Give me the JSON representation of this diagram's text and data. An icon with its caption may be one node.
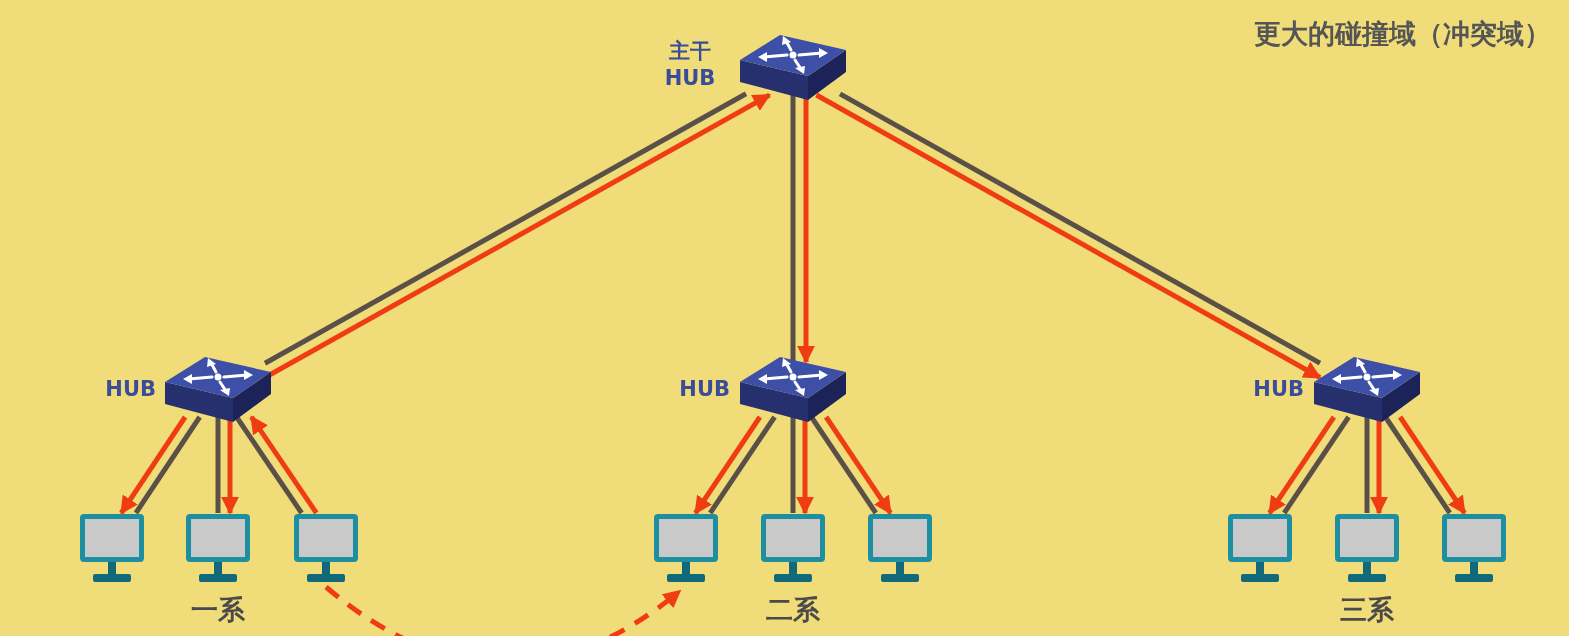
{
  "diagram": {
    "title": "更大的碰撞域（冲突域）",
    "nodes": [
      {
        "text": [],
        "shape": "picture",
        "beside": [
          "主干 HUB"
        ]
      },
      {
        "text": [],
        "shape": "picture",
        "beside": [
          "HUB"
        ]
      },
      {
        "text": [],
        "shape": "picture",
        "beside": [
          "HUB"
        ]
      },
      {
        "text": [],
        "shape": "picture",
        "beside": [
          "HUB"
        ]
      },
      {
        "text": [],
        "shape": "picture"
      },
      {
        "text": [],
        "shape": "picture"
      },
      {
        "text": [],
        "shape": "picture"
      },
      {
        "text": [],
        "shape": "picture"
      },
      {
        "text": [],
        "shape": "picture"
      },
      {
        "text": [],
        "shape": "picture"
      },
      {
        "text": [],
        "shape": "picture"
      },
      {
        "text": [],
        "shape": "picture"
      },
      {
        "text": [],
        "shape": "picture"
      }
    ],
    "edges": [
      {
        "from": 0,
        "to": 1,
        "arrow": "none",
        "color": "#5a5048"
      },
      {
        "from": 0,
        "to": 2,
        "arrow": "none",
        "color": "#5a5048"
      },
      {
        "from": 0,
        "to": 3,
        "arrow": "none",
        "color": "#5a5048"
      },
      {
        "from": 1,
        "to": 4,
        "arrow": "none",
        "color": "#5a5048"
      },
      {
        "from": 1,
        "to": 5,
        "arrow": "none",
        "color": "#5a5048"
      },
      {
        "from": 1,
        "to": 6,
        "arrow": "none",
        "color": "#5a5048"
      },
      {
        "from": 2,
        "to": 7,
        "arrow": "none",
        "color": "#5a5048"
      },
      {
        "from": 2,
        "to": 8,
        "arrow": "none",
        "color": "#5a5048"
      },
      {
        "from": 2,
        "to": 9,
        "arrow": "none",
        "color": "#5a5048"
      },
      {
        "from": 3,
        "to": 10,
        "arrow": "none",
        "color": "#5a5048"
      },
      {
        "from": 3,
        "to": 11,
        "arrow": "none",
        "color": "#5a5048"
      },
      {
        "from": 3,
        "to": 12,
        "arrow": "none",
        "color": "#5a5048"
      },
      {
        "from": 1,
        "to": 0,
        "arrow": "to",
        "color": "#f03c12"
      },
      {
        "from": 0,
        "to": 2,
        "arrow": "to",
        "color": "#f03c12"
      },
      {
        "from": 0,
        "to": 3,
        "arrow": "to",
        "color": "#f03c12"
      },
      {
        "from": 1,
        "to": 4,
        "arrow": "to",
        "color": "#f03c12"
      },
      {
        "from": 1,
        "to": 5,
        "arrow": "to",
        "color": "#f03c12"
      },
      {
        "from": 6,
        "to": 1,
        "arrow": "to",
        "color": "#f03c12"
      },
      {
        "from": 2,
        "to": 7,
        "arrow": "to",
        "color": "#f03c12"
      },
      {
        "from": 2,
        "to": 8,
        "arrow": "to",
        "color": "#f03c12"
      },
      {
        "from": 2,
        "to": 9,
        "arrow": "to",
        "color": "#f03c12"
      },
      {
        "from": 3,
        "to": 10,
        "arrow": "to",
        "color": "#f03c12"
      },
      {
        "from": 3,
        "to": 11,
        "arrow": "to",
        "color": "#f03c12"
      },
      {
        "from": 3,
        "to": 12,
        "arrow": "to",
        "color": "#f03c12"
      },
      {
        "from": 6,
        "to": 7,
        "arrow": "to",
        "style": "dashed",
        "color": "#f03c12"
      }
    ],
    "labels": [
      "一系",
      "二系",
      "三系"
    ]
  }
}
